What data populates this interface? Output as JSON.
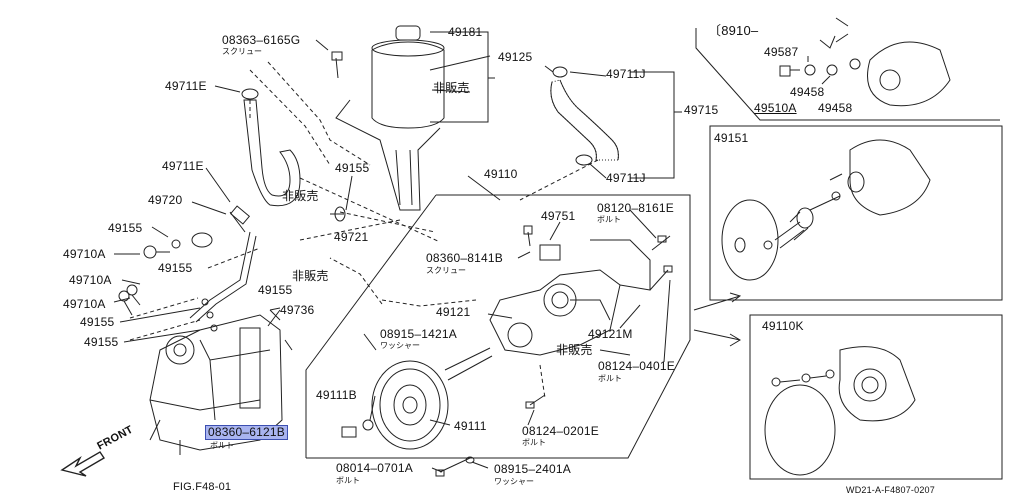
{
  "labels": {
    "p08363": "08363–6165G",
    "p08363_sub": "スクリュー",
    "p49181": "49181",
    "p49125": "49125",
    "hanbai1": "非販売",
    "p49711E_top": "49711E",
    "p49711J_top": "49711J",
    "p49715": "49715",
    "p49711E_mid": "49711E",
    "p49720": "49720",
    "hanbai2": "非販売",
    "p49155_a": "49155",
    "p49710A_a": "49710A",
    "p49155_b": "49155",
    "p49710A_b": "49710A",
    "p49710A_c": "49710A",
    "p49155_c": "49155",
    "p49155_d": "49155",
    "p49155_e": "49155",
    "p49155_f": "49155",
    "p49721": "49721",
    "hanbai3": "非販売",
    "p49736": "49736",
    "p49110": "49110",
    "p49711J_mid": "49711J",
    "p08120": "08120–8161E",
    "p08120_sub": "ボルト",
    "p49751": "49751",
    "p08360b": "08360–8141B",
    "p08360b_sub": "スクリュー",
    "p49121": "49121",
    "p49121M": "49121M",
    "hanbai4": "非販売",
    "p08915a": "08915–1421A",
    "p08915a_sub": "ワッシャー",
    "p08124a": "08124–0401E",
    "p08124a_sub": "ボルト",
    "p49111B": "49111B",
    "p49111": "49111",
    "p08124b": "08124–0201E",
    "p08124b_sub": "ボルト",
    "p08360": "08360–6121B",
    "p08360_sub": "ボルト",
    "p08014": "08014–0701A",
    "p08014_sub": "ボルト",
    "p08915b": "08915–2401A",
    "p08915b_sub": "ワッシャー",
    "front": "FRONT",
    "fig": "FIG.F48-01",
    "code": "WD21-A-F4807-0207",
    "inset1_head": "〔8910–",
    "p49587": "49587",
    "p49458a": "49458",
    "p49510A": "49510A",
    "p49458b": "49458",
    "p49151": "49151",
    "p49110K": "49110K"
  }
}
